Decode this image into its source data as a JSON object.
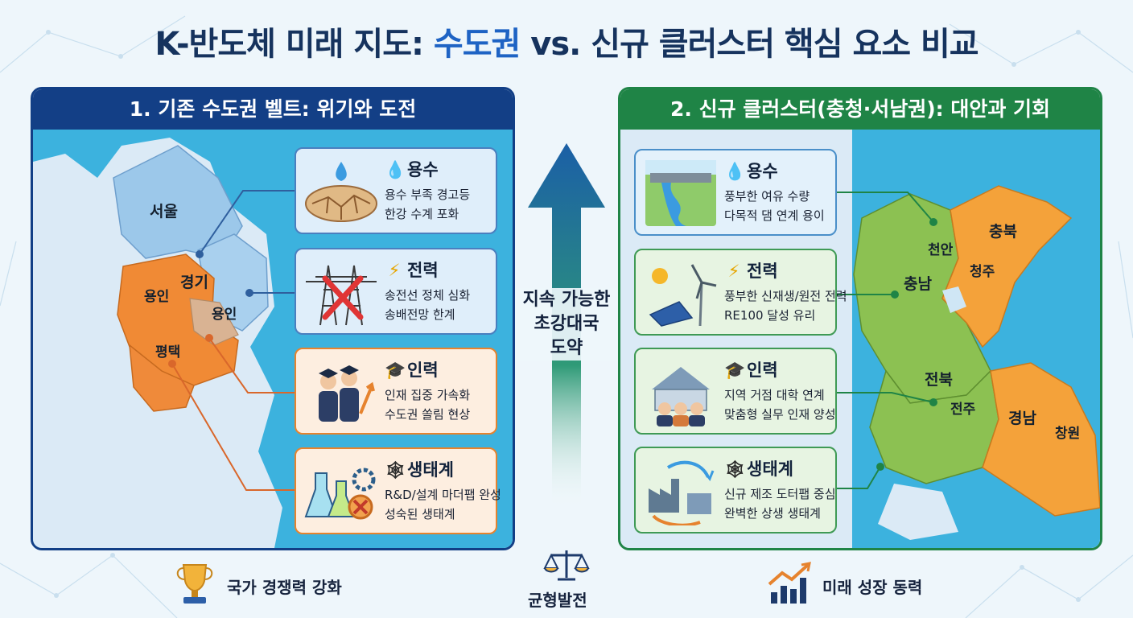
{
  "title": {
    "prefix": "K-반도체 미래 지도: ",
    "highlight": "수도권",
    "middle": " vs. ",
    "suffix": "신규 클러스터 핵심 요소 비교"
  },
  "left": {
    "header": "1. 기존 수도권 벨트: 위기와 도전",
    "regions": {
      "seoul": "서울",
      "gyeonggi": "경기",
      "yongin_a": "용인",
      "yongin_b": "용인",
      "pyeongtaek": "평택"
    },
    "cards": [
      {
        "title": "용수",
        "icon": "water-drop",
        "line1": "용수 부족 경고등",
        "line2": "한강 수계 포화"
      },
      {
        "title": "전력",
        "icon": "lightning",
        "line1": "송전선 정체 심화",
        "line2": "송배전망 한계"
      },
      {
        "title": "인력",
        "icon": "graduation-cap",
        "line1": "인재 집중 가속화",
        "line2": "수도권 쏠림 현상"
      },
      {
        "title": "생태계",
        "icon": "web",
        "line1": "R&D/설계 마더팹 완성",
        "line2": "성숙된 생태계"
      }
    ]
  },
  "right": {
    "header": "2. 신규 클러스터(충청·서남권): 대안과 기회",
    "regions": {
      "cheonan": "천안",
      "chungbuk": "충북",
      "cheongju": "청주",
      "chungnam": "충남",
      "jeonbuk": "전북",
      "jeonju": "전주",
      "gyeongnam": "경남",
      "changwon": "창원"
    },
    "cards": [
      {
        "title": "용수",
        "icon": "water-drop",
        "line1": "풍부한 여유 수량",
        "line2": "다목적 댐 연계 용이"
      },
      {
        "title": "전력",
        "icon": "lightning",
        "line1": "풍부한 신재생/원전 전력",
        "line2": "RE100 달성 유리"
      },
      {
        "title": "인력",
        "icon": "graduation-cap",
        "line1": "지역 거점 대학 연계",
        "line2": "맞춤형 실무 인재 양성"
      },
      {
        "title": "생태계",
        "icon": "web",
        "line1": "신규 제조 도터팹 중심",
        "line2": "완벽한 상생 생태계"
      }
    ]
  },
  "center": {
    "line1": "지속 가능한",
    "line2": "초강대국",
    "line3": "도약"
  },
  "footer": {
    "left": "국가 경쟁력 강화",
    "center": "균형발전",
    "right": "미래 성장 동력"
  },
  "colors": {
    "navy": "#133f86",
    "green": "#1f8446",
    "orange": "#f08a35",
    "lightblue": "#9cc8ea",
    "lime": "#8cc152"
  }
}
